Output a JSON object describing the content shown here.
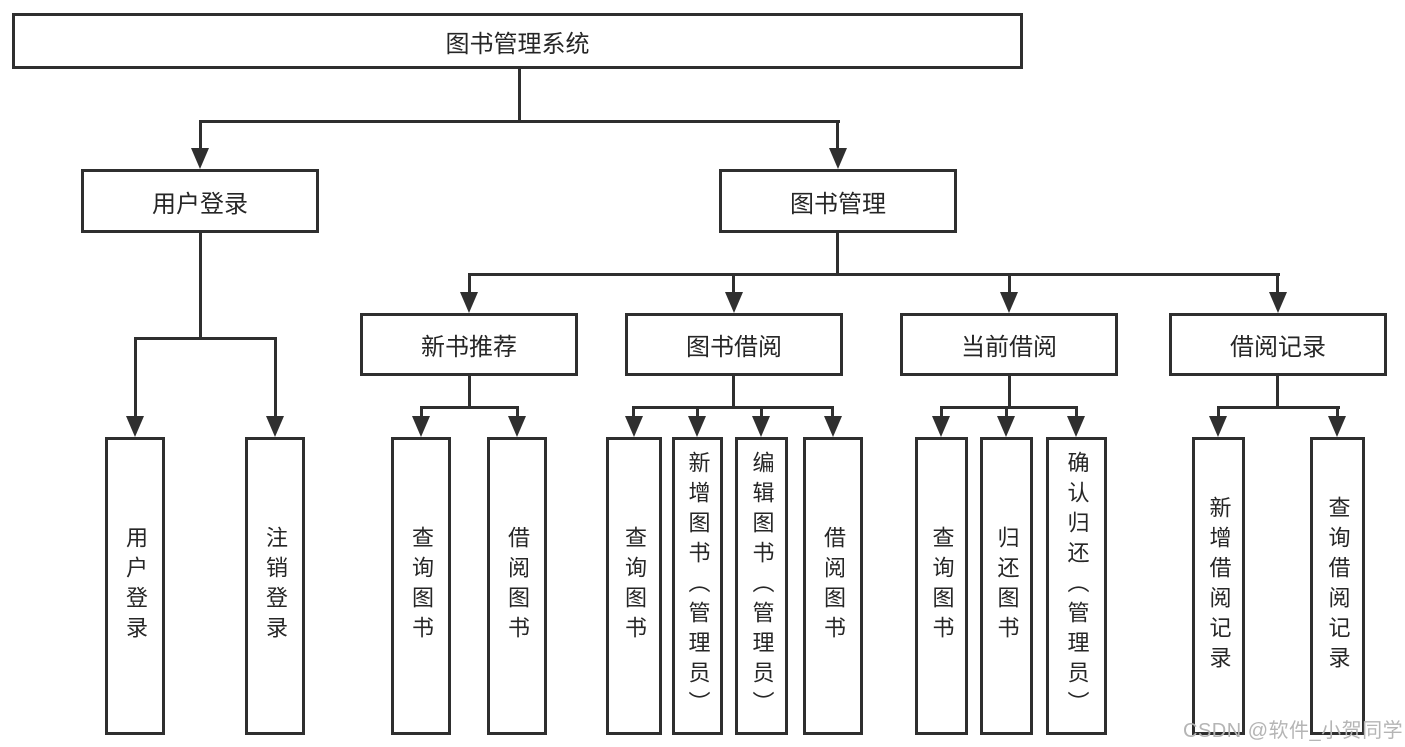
{
  "diagram": {
    "title": "图书管理系统",
    "level1": [
      {
        "label": "用户登录"
      },
      {
        "label": "图书管理"
      }
    ],
    "level2": [
      {
        "label": "新书推荐"
      },
      {
        "label": "图书借阅"
      },
      {
        "label": "当前借阅"
      },
      {
        "label": "借阅记录"
      }
    ],
    "leaves": {
      "user_login": [
        "用户登录",
        "注销登录"
      ],
      "new_book_recommend": [
        "查询图书",
        "借阅图书"
      ],
      "book_borrow": [
        "查询图书",
        "新增图书（管理员）",
        "编辑图书（管理员）",
        "借阅图书"
      ],
      "current_borrow": [
        "查询图书",
        "归还图书",
        "确认归还（管理员）"
      ],
      "borrow_records": [
        "新增借阅记录",
        "查询借阅记录"
      ]
    },
    "watermark": "CSDN @软件_小贺同学"
  },
  "colors": {
    "line": "#2f2f2f",
    "text": "#262626",
    "background": "#ffffff",
    "watermark": "#b5b5b5"
  }
}
